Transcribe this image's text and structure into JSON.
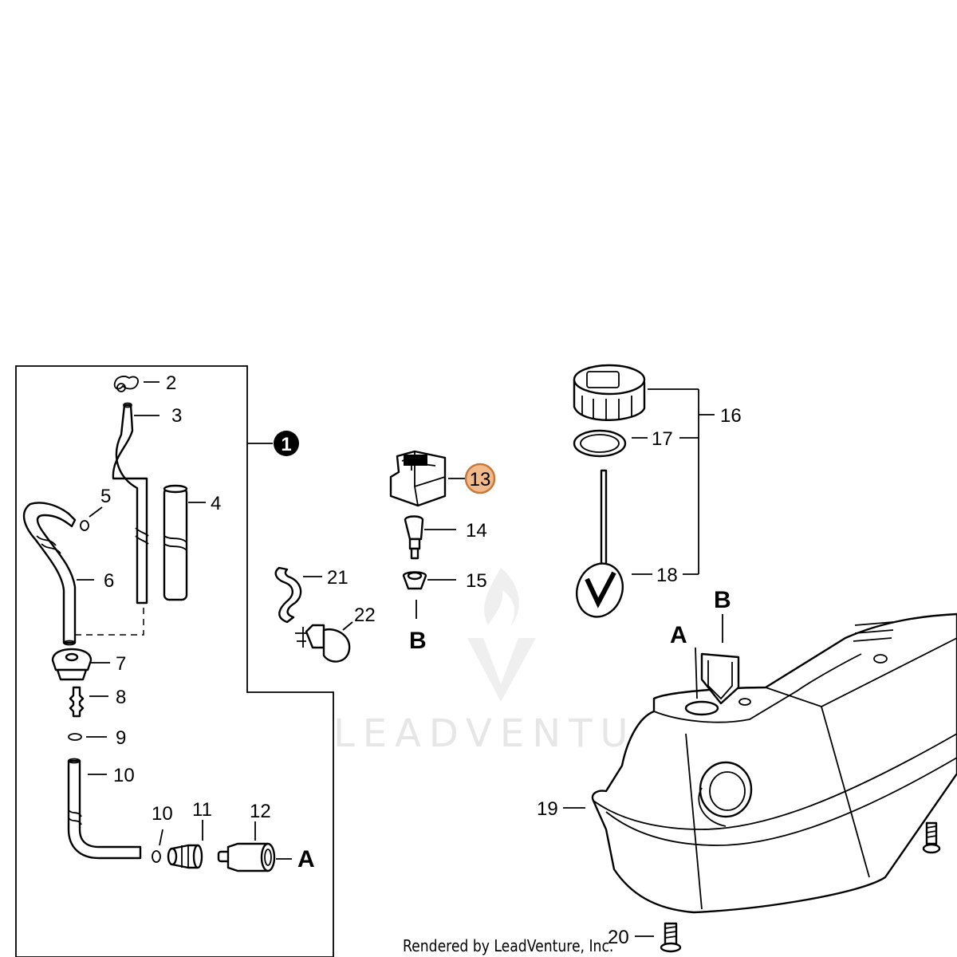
{
  "callouts": {
    "c2": "2",
    "c3": "3",
    "c4": "4",
    "c5": "5",
    "c6": "6",
    "c7": "7",
    "c8": "8",
    "c9": "9",
    "c10a": "10",
    "c10b": "10",
    "c11": "11",
    "c12": "12",
    "c13": "13",
    "c14": "14",
    "c15": "15",
    "c16": "16",
    "c17": "17",
    "c18": "18",
    "c19": "19",
    "c20": "20",
    "c21": "21",
    "c22": "22"
  },
  "kit_badge": "1",
  "connectors": {
    "a_left": "A",
    "b_center": "B",
    "a_tank": "A",
    "b_tank": "B"
  },
  "highlighted_callout": "13",
  "watermark": "LEADVENTURE",
  "footer": "Rendered by LeadVenture, Inc.",
  "colors": {
    "highlight_fill": "#f2b98a",
    "highlight_stroke": "#c8773a",
    "line": "#000000"
  }
}
